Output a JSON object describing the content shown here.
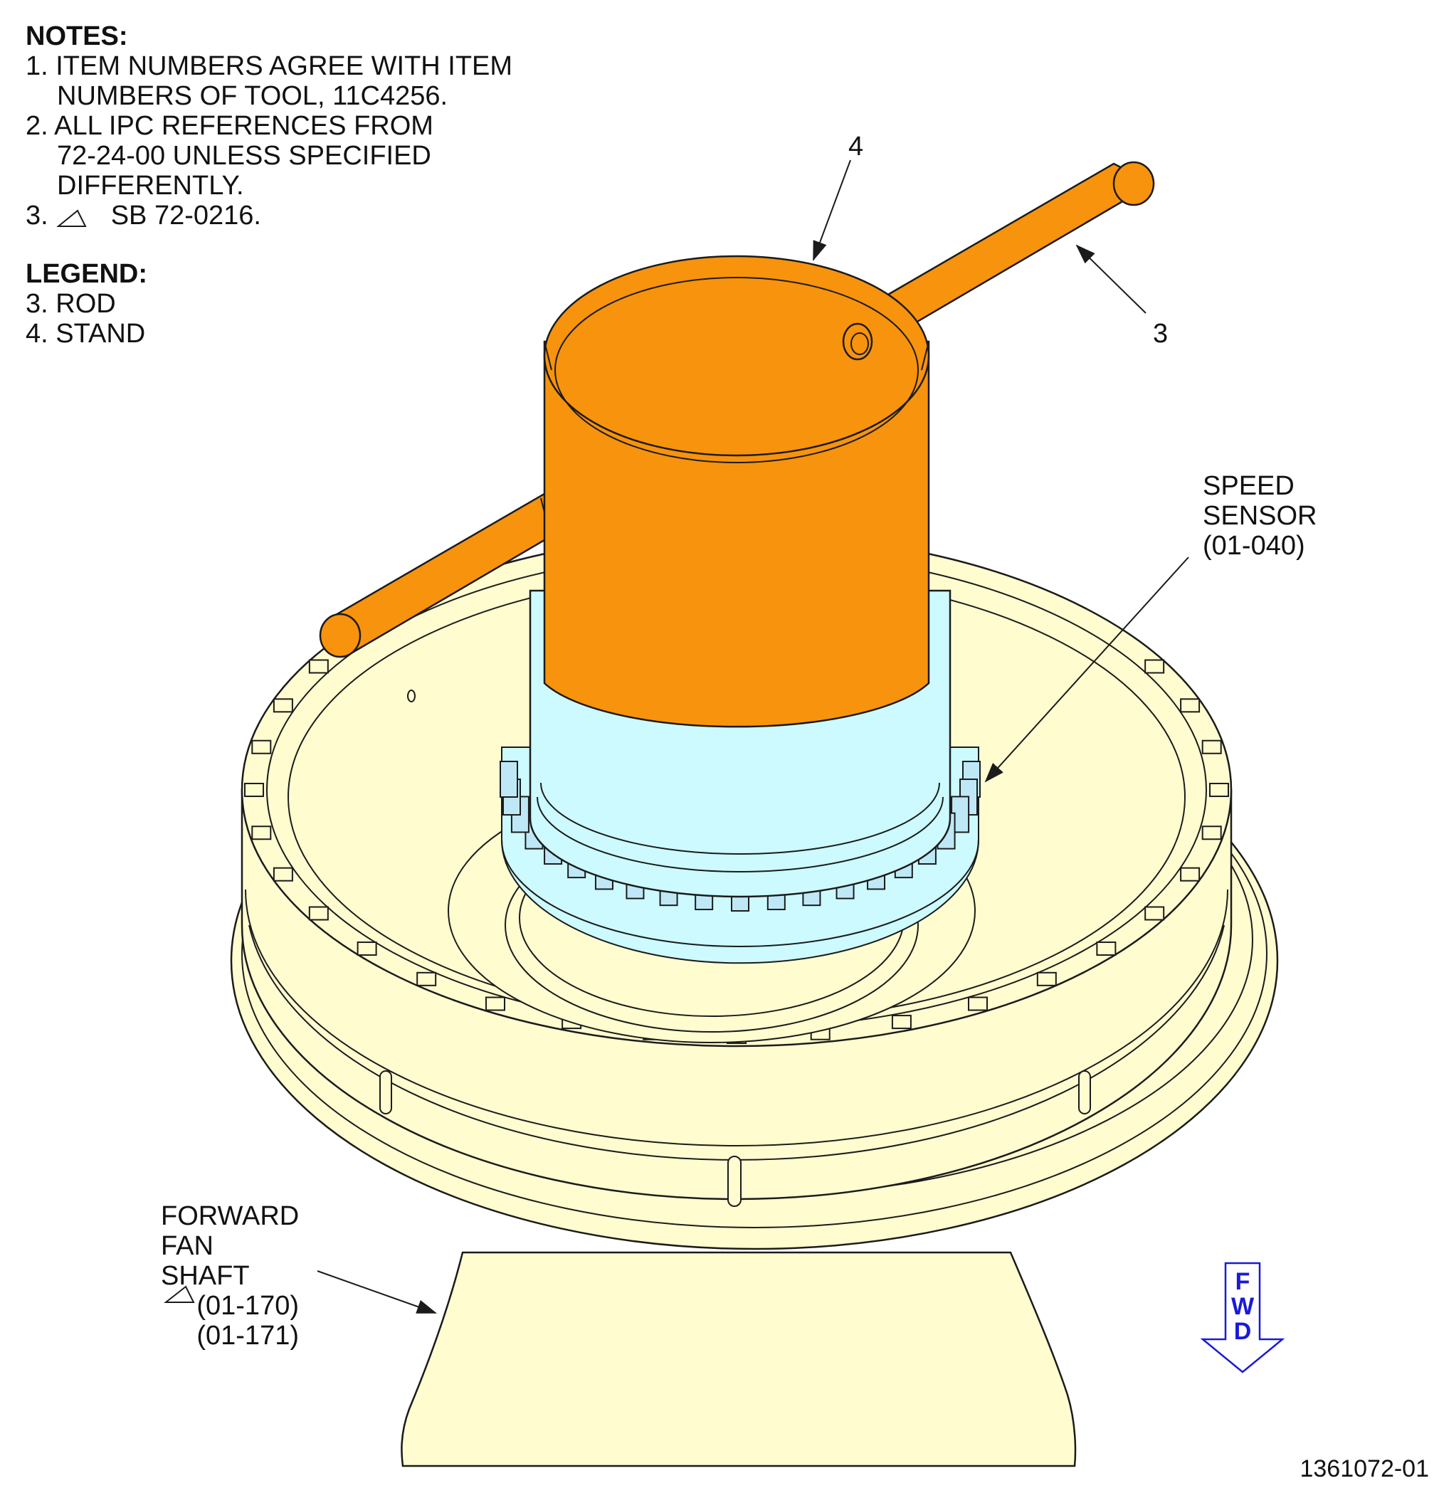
{
  "notes": {
    "heading": "NOTES:",
    "item1_line1": "1. ITEM NUMBERS AGREE WITH ITEM",
    "item1_line2": "NUMBERS OF TOOL, 11C4256.",
    "item2_line1": "2. ALL IPC REFERENCES FROM",
    "item2_line2": "72-24-00 UNLESS SPECIFIED",
    "item2_line3": "DIFFERENTLY.",
    "item3_prefix": "3.",
    "item3_text": "SB 72-0216."
  },
  "legend": {
    "heading": "LEGEND:",
    "item3": "3. ROD",
    "item4": "4. STAND"
  },
  "callouts": {
    "stand_number": "4",
    "rod_number": "3",
    "speed_sensor_line1": "SPEED",
    "speed_sensor_line2": "SENSOR",
    "speed_sensor_line3": "(01-040)",
    "fan_shaft_line1": "FORWARD",
    "fan_shaft_line2": "FAN SHAFT",
    "fan_shaft_line3": "(01-170)",
    "fan_shaft_line4": "(01-171)"
  },
  "fwd_arrow": {
    "letters": [
      "F",
      "W",
      "D"
    ]
  },
  "document_number": "1361072-01",
  "colors": {
    "tool_orange": "#f7930d",
    "sensor_cyan": "#ccfaff",
    "sensor_teeth": "#bfe8f6",
    "shaft_yellow": "#fffcd0",
    "outline": "#1b1b1b",
    "fwd_blue": "#1a1ad6"
  }
}
